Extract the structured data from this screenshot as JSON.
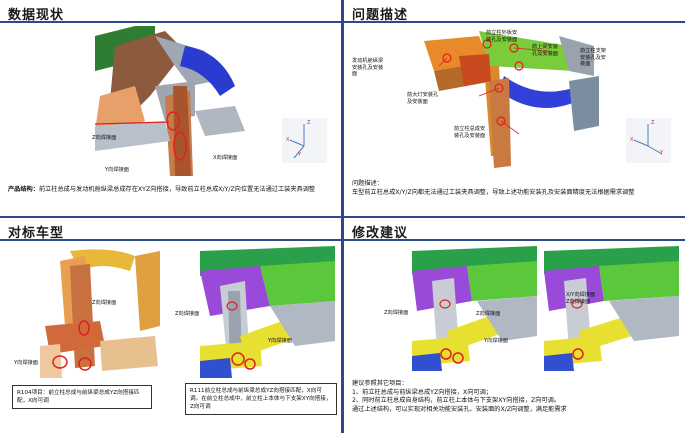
{
  "quadrants": {
    "data_status": {
      "title": "数据现状",
      "caption_label": "产品结构：",
      "caption_text": "前立柱总成与发动机舱纵梁总成存在XYZ向搭接，导致前立柱总成X/Y/Z向位置无法通过工装夹具调整",
      "labels": {
        "z_weld": "Z向焊接面",
        "x_weld": "X向焊接面",
        "y_weld": "Y向焊接面"
      },
      "axes": {
        "z": "Z",
        "x": "X",
        "y": "Y"
      }
    },
    "problem": {
      "title": "问题描述",
      "caption_label": "问题描述：",
      "caption_text": "车型前立柱总成X/Y/Z向都无法通过工装夹具调整，导致上述功能安装孔及安装面精度无法根据需求调整",
      "labels": {
        "l1": "发动机舱纵梁安装孔及安装面",
        "l2": "前立柱外板安装孔及安装面",
        "l3": "前上梁安装孔及安装面",
        "l4": "前大灯安装孔及安装面",
        "l5": "前立柱总成安装孔及安装面",
        "l6": "前立柱支架安装孔及安装面"
      },
      "axes": {
        "z": "Z",
        "x": "X",
        "y": "Y"
      }
    },
    "benchmark": {
      "title": "对标车型",
      "labels": {
        "z_weld": "Z向焊接面",
        "y_weld": "Y向焊接面",
        "z_weld2": "Z向焊接面",
        "y_weld2": "Y向焊接面"
      },
      "note_a": "R104项目：前立柱总成与前纵梁总成YZ向搭接匹配，X向可调",
      "note_b": "R111前立柱总成与前纵梁总成YZ向搭接匹配，X向可调。在前立柱总成中，前立柱上本体与下支架XY向搭接，Z向可调"
    },
    "suggestion": {
      "title": "修改建议",
      "labels": {
        "z_weld": "Z向焊接面",
        "z_weld2": "Z向焊接面",
        "y_weld": "Y向焊接面",
        "xy_weld": "X/Y向焊接面",
        "z_weld3": "Z向焊接面"
      },
      "text_lines": [
        "建议参照其它项目：",
        "1、前立柱总成与前纵梁总成YZ向搭接，X向可调；",
        "2、同时前立柱总成自身结构，前立柱上本体与下支架XY向搭接，Z向可调。",
        "通过上述结构，可以实现对相关功能安装孔、安装面的X/Z向调整，满足能需求"
      ]
    }
  },
  "colors": {
    "divider": "#2b4a8a",
    "marker": "#e0201c",
    "axis": "#4a7fc0"
  }
}
